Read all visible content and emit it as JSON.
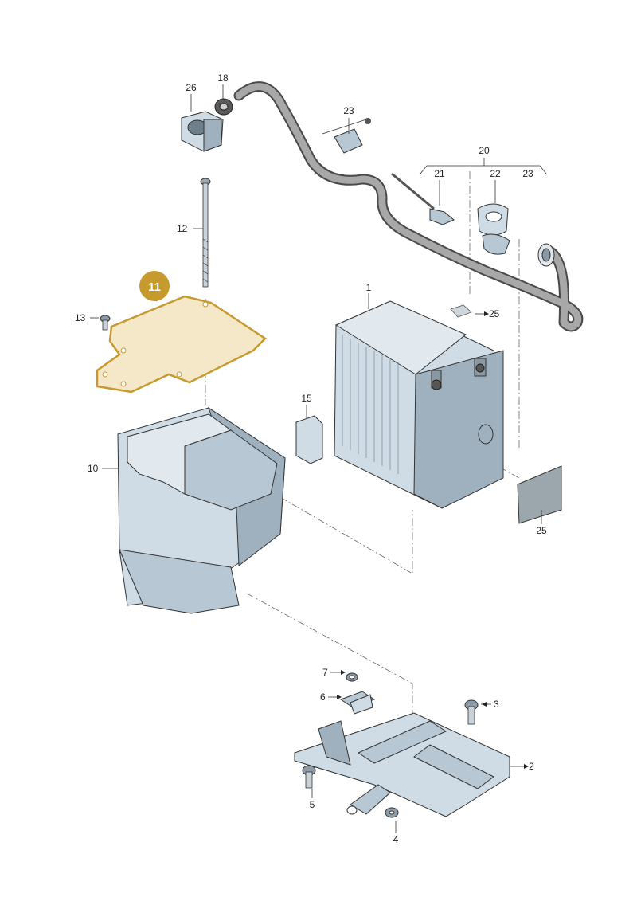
{
  "diagram": {
    "highlighted_part": "11",
    "highlight_color": "#c79a2f",
    "highlight_fill": "#f4e8c8",
    "labels": [
      "1",
      "2",
      "3",
      "4",
      "5",
      "6",
      "7",
      "10",
      "12",
      "13",
      "15",
      "18",
      "20",
      "21",
      "22",
      "23",
      "23",
      "25",
      "25",
      "26"
    ]
  }
}
